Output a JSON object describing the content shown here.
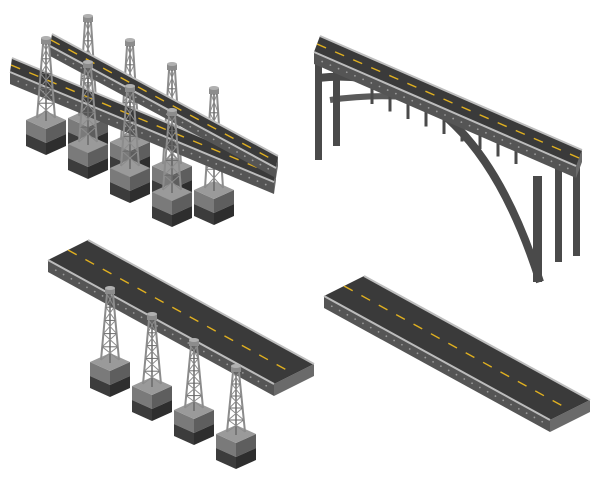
{
  "illustration": {
    "bridges": [
      {
        "kind": "lattice-tower-bridge",
        "tower_pairs": 4
      },
      {
        "kind": "arch-bridge",
        "arches": 1
      },
      {
        "kind": "single-tower-row-bridge",
        "towers": 4
      },
      {
        "kind": "flat-road-segment",
        "towers": 0
      }
    ]
  },
  "colors": {
    "deck_top": "#3a3a3a",
    "deck_side": "#555555",
    "deck_front": "#6a6a6a",
    "lane_mark": "#e0b020",
    "edge_line": "#bdbdbd",
    "tower_steel": "#8c8c8c",
    "tower_dark": "#6b6b6b",
    "base_top": "#9a9a9a",
    "base_left": "#7a7a7a",
    "base_right": "#5e5e5e",
    "base_foot": "#3c3c3c",
    "arch_steel": "#4a4a4a",
    "background": "#ffffff"
  }
}
